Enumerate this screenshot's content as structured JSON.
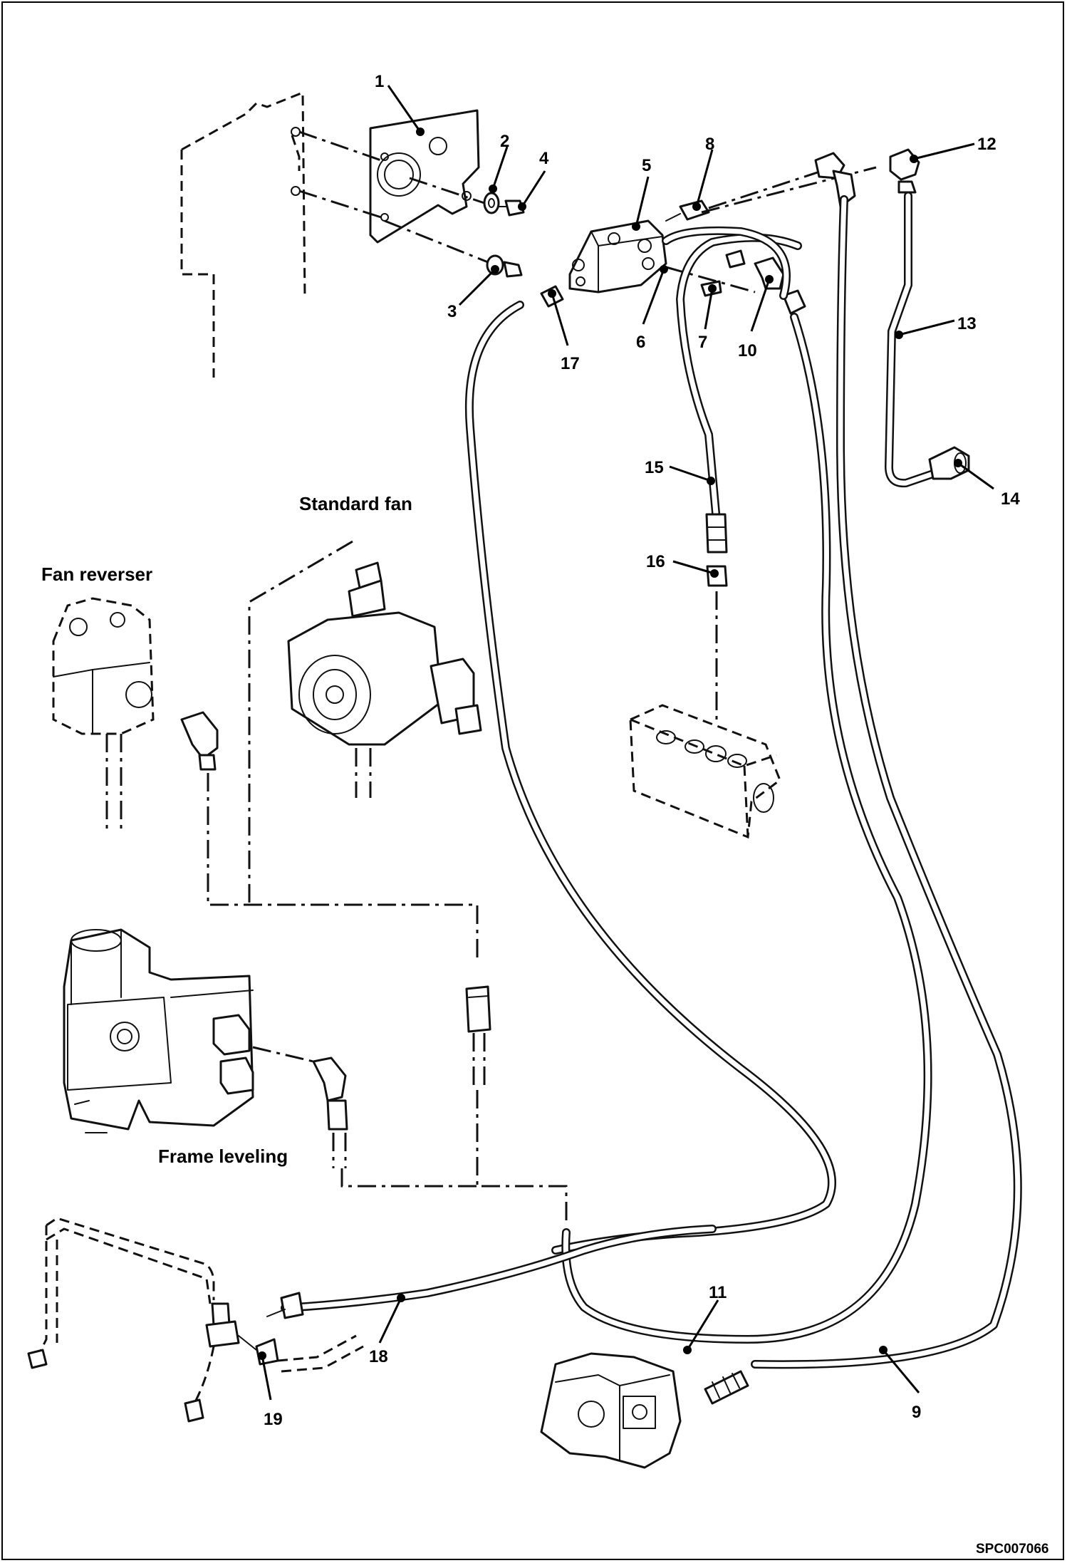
{
  "callouts": {
    "c1": "1",
    "c2": "2",
    "c3": "3",
    "c4": "4",
    "c5": "5",
    "c6": "6",
    "c7": "7",
    "c8": "8",
    "c9": "9",
    "c10": "10",
    "c11": "11",
    "c12": "12",
    "c13": "13",
    "c14": "14",
    "c15": "15",
    "c16": "16",
    "c17": "17",
    "c18": "18",
    "c19": "19"
  },
  "captions": {
    "standard_fan": "Standard fan",
    "fan_reverser": "Fan reverser",
    "frame_leveling": "Frame leveling"
  },
  "drawing_code": "SPC007066"
}
